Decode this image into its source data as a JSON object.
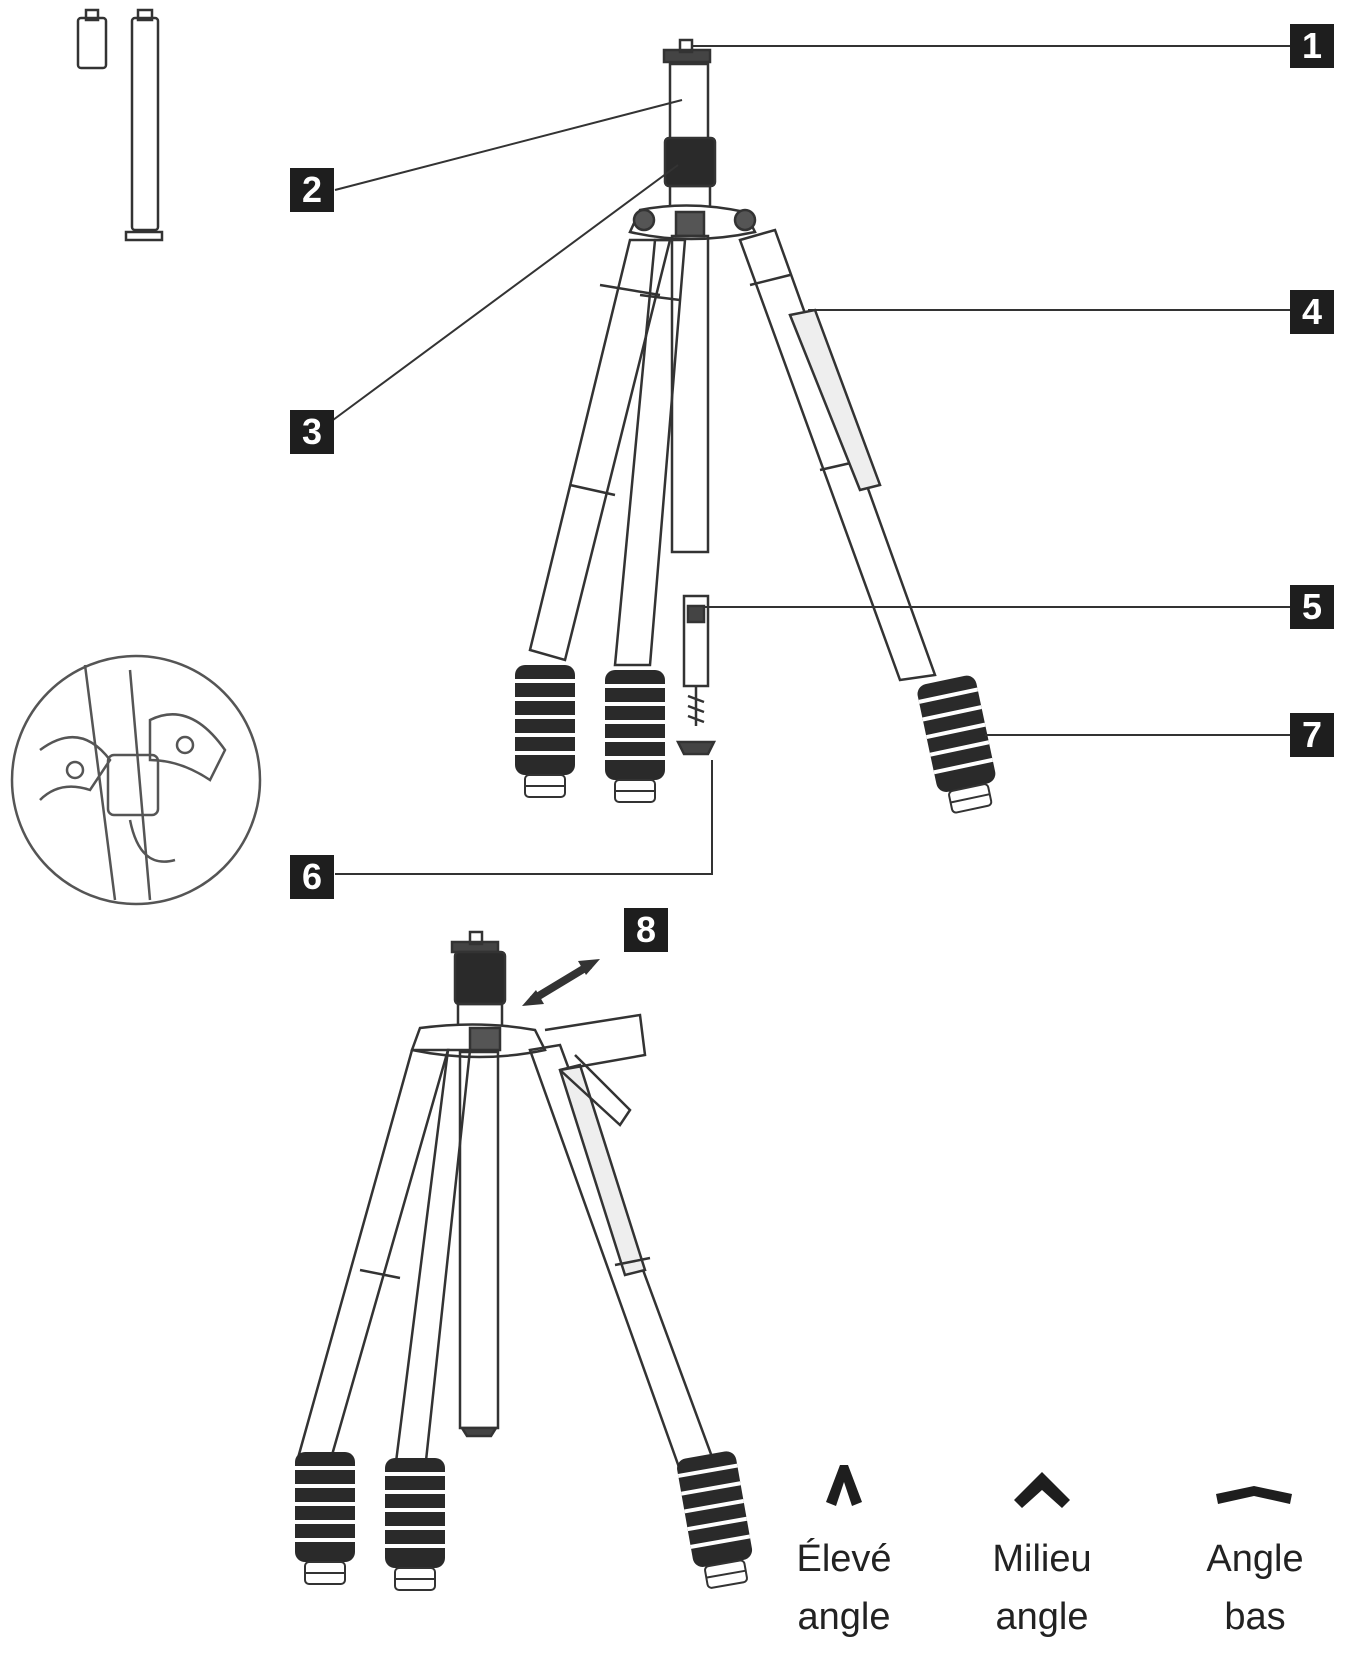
{
  "callouts": [
    "1",
    "2",
    "3",
    "4",
    "5",
    "6",
    "7",
    "8"
  ],
  "angles": [
    {
      "line1": "Élevé",
      "line2": "angle",
      "icon": "steep-chevron-icon"
    },
    {
      "line1": "Milieu",
      "line2": "angle",
      "icon": "medium-chevron-icon"
    },
    {
      "line1": "Angle",
      "line2": "bas",
      "icon": "flat-chevron-icon"
    }
  ],
  "colors": {
    "line": "#333333",
    "label_bg": "#1e1e1e",
    "label_text": "#ffffff",
    "grip": "#2a2a2a"
  }
}
